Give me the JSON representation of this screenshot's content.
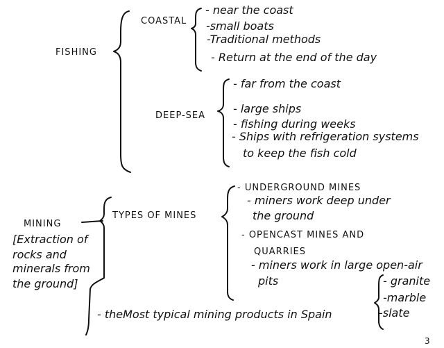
{
  "fishing": {
    "title": "FISHING",
    "coastal": {
      "label": "COASTAL",
      "items": [
        "- near the coast",
        "-small boats",
        "-Traditional methods",
        "- Return at the end of the day"
      ]
    },
    "deep_sea": {
      "label": "DEEP-SEA",
      "items": [
        "- far from the coast",
        "- large ships",
        "- fishing during weeks",
        "- Ships with refrigeration systems",
        "to keep the fish cold"
      ]
    }
  },
  "mining": {
    "title": "MINING",
    "description": [
      "[Extraction of",
      "rocks and",
      "minerals from",
      "the ground]"
    ],
    "types": {
      "label": "TYPES OF MINES",
      "underground": {
        "label": "- UNDERGROUND MINES",
        "details": [
          "- miners work deep under",
          "the ground"
        ]
      },
      "opencast": {
        "label": "- OPENCAST MINES AND",
        "label_cont": "QUARRIES",
        "details": [
          "- miners work in large open-air",
          "pits"
        ]
      }
    },
    "products": {
      "label": "- theMost typical mining products in Spain",
      "items": [
        "- granite",
        "-marble",
        "-slate"
      ]
    }
  },
  "page_number": "3"
}
